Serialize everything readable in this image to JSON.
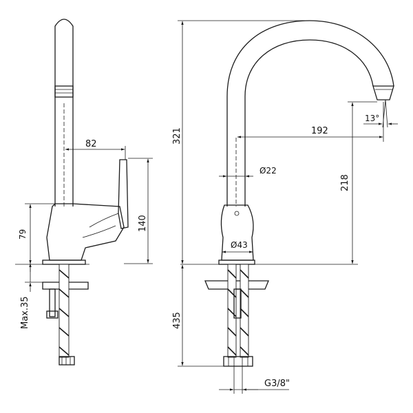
{
  "dimensions": {
    "spout_reach_side": "82",
    "handle_height": "140",
    "body_height": "79",
    "max_counter": "Max.35",
    "total_height": "321",
    "spout_reach_front": "192",
    "spout_clearance": "218",
    "tube_diameter": "Ø22",
    "base_diameter": "Ø43",
    "hose_length": "435",
    "thread": "G3/8\"",
    "angle": "13°"
  }
}
